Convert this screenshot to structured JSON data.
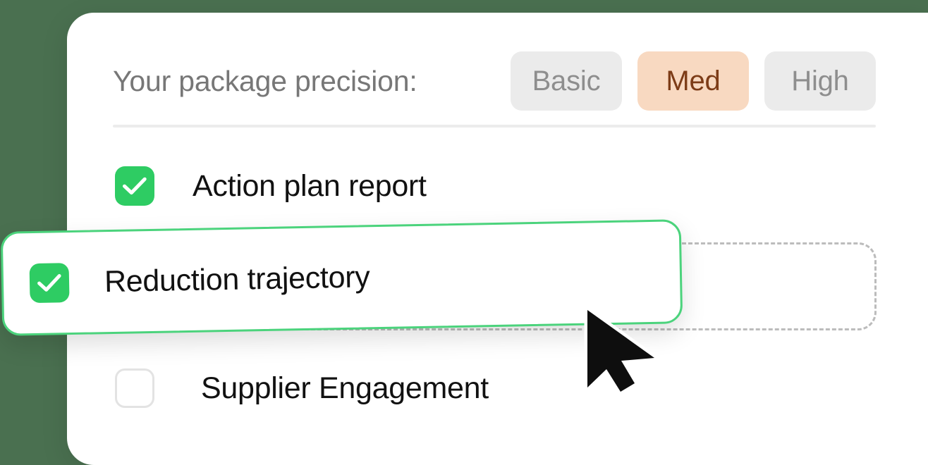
{
  "background_color": "#4a7050",
  "panel": {
    "background_color": "#ffffff"
  },
  "header": {
    "label": "Your package precision:",
    "label_color": "#777777",
    "segmented_control": {
      "name": "package-precision",
      "selected": "Med",
      "active_background": "#f8d9c1",
      "active_text_color": "#7d3c17",
      "inactive_background": "#ebebeb",
      "inactive_text_color": "#8e8e8e",
      "options": [
        {
          "label": "Basic",
          "selected": false
        },
        {
          "label": "Med",
          "selected": true
        },
        {
          "label": "High",
          "selected": false
        }
      ]
    }
  },
  "list": {
    "checked_color": "#2ecc63",
    "unchecked_border_color": "#e3e3e3",
    "items": [
      {
        "label": "Action plan report",
        "checked": true,
        "dragging": false
      },
      {
        "label": "Reduction trajectory",
        "checked": true,
        "dragging": true
      },
      {
        "label": "Supplier Engagement",
        "checked": false,
        "dragging": false
      }
    ]
  },
  "drag_state": {
    "dragged_item_label": "Reduction trajectory",
    "drag_card_border_color": "#4bd37c",
    "drop_placeholder_border_color": "#bcbcbc",
    "cursor_icon": "arrow-pointer-cursor"
  }
}
